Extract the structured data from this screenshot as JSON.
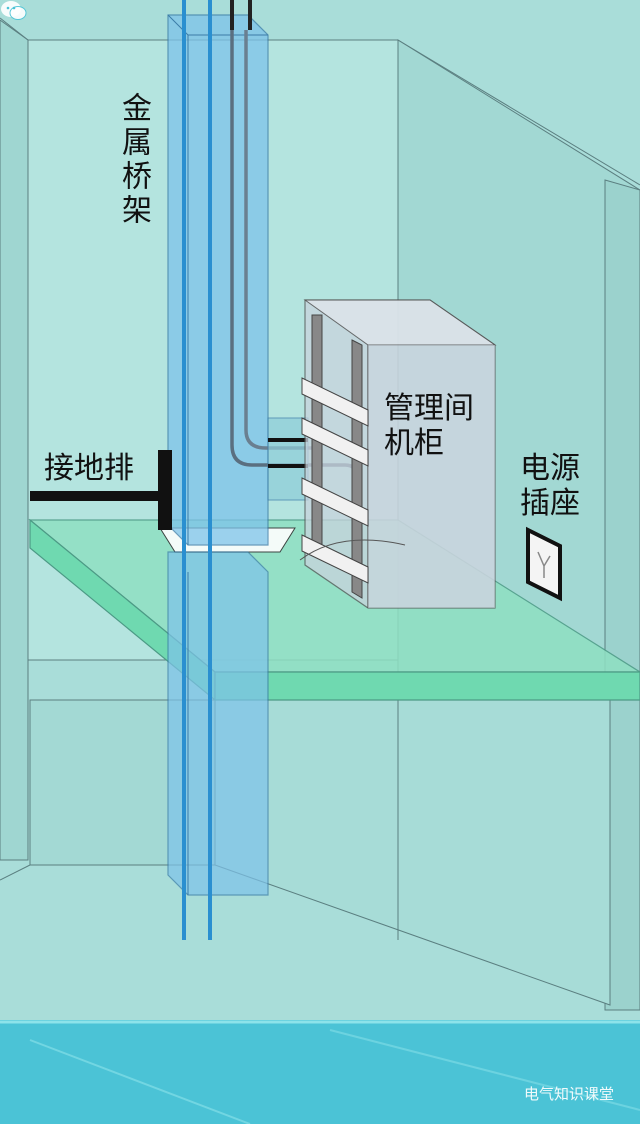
{
  "labels": {
    "metal_tray": "金属桥架",
    "grounding_bar": "接地排",
    "cabinet": "管理间机柜",
    "power_socket": "电源插座"
  },
  "watermark": {
    "text": "电气知识课堂",
    "icon": "wechat-icon"
  },
  "colors": {
    "background": "#a8dcd8",
    "wall": "#b6e6e2",
    "floor_slab": "#6fd9b0",
    "tray": "#7ec3ea",
    "cabinet": "#c9d3dd",
    "grounding_bar": "#111111",
    "bottom_band": "#4bc3d6"
  }
}
